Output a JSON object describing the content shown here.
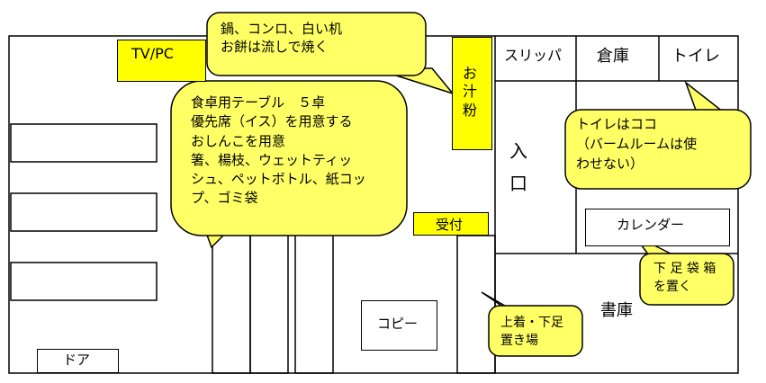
{
  "rooms": {
    "slipper": "スリッパ",
    "storage": "倉庫",
    "toilet": "トイレ",
    "entrance": "入\n口",
    "library": "書庫"
  },
  "fixtures": {
    "tvpc": "TV/PC",
    "soup_flour": "お\n汁\n粉",
    "reception": "受付",
    "copy": "コピー",
    "door": "ドア",
    "calendar": "カレンダー"
  },
  "callouts": {
    "kitchen": "鍋、コンロ、白い机\nお餅は流しで焼く",
    "tables": "食卓用テーブル　５卓\n優先席（イス）を用意する\nおしんこを用意\n箸、楊枝、ウェットティッ\nシュ、ペットボトル、紙コッ\nプ、ゴミ袋",
    "toilet_note": "トイレはココ\n（バームルームは使\nわせない）",
    "shoe_box": "下 足 袋 箱\nを置く",
    "shoe_rack": "上着・下足\n置き場"
  },
  "colors": {
    "callout_fill": "#ffff66",
    "label_fill": "#ffff00",
    "line": "#000000"
  }
}
